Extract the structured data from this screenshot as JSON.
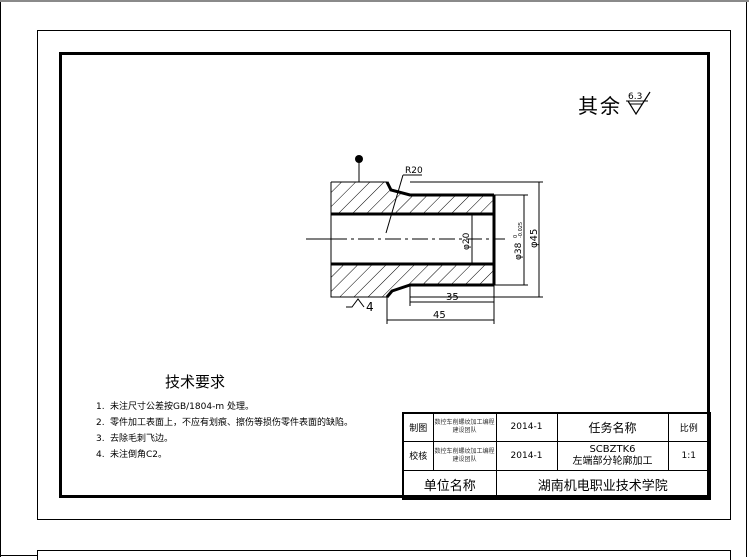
{
  "roughness_note": {
    "label": "其余",
    "symbol_value": "6.3"
  },
  "drawing": {
    "dimensions": {
      "radius": "R20",
      "bore_diameter": "φ20",
      "step_diameter": "φ38",
      "step_tolerance_upper": "0",
      "step_tolerance_lower": "-0.025",
      "outer_diameter": "φ45",
      "length_short": "35",
      "length_long": "45",
      "surface_roughness_left": "4"
    }
  },
  "technical_requirements": {
    "title": "技术要求",
    "items": [
      {
        "num": "1.",
        "text": "未注尺寸公差按GB/1804-m  处理。"
      },
      {
        "num": "2.",
        "text": "零件加工表面上，不应有划痕、擦伤等损伤零件表面的缺陷。"
      },
      {
        "num": "3.",
        "text": "去除毛刺飞边。"
      },
      {
        "num": "4.",
        "text": "未注倒角C2。"
      }
    ]
  },
  "title_block": {
    "row1": {
      "role": "制图",
      "person": "数控车削螺纹加工编程建设团队",
      "date": "2014-1",
      "task_label": "任务名称",
      "scale_label": "比例"
    },
    "row2": {
      "role": "校核",
      "person": "数控车削螺纹加工编程建设团队",
      "date": "2014-1",
      "task_code": "SCBZTK6",
      "task_name": "左端部分轮廓加工",
      "scale_value": "1:1"
    },
    "row3": {
      "unit_label": "单位名称",
      "unit_name": "湖南机电职业技术学院"
    }
  }
}
